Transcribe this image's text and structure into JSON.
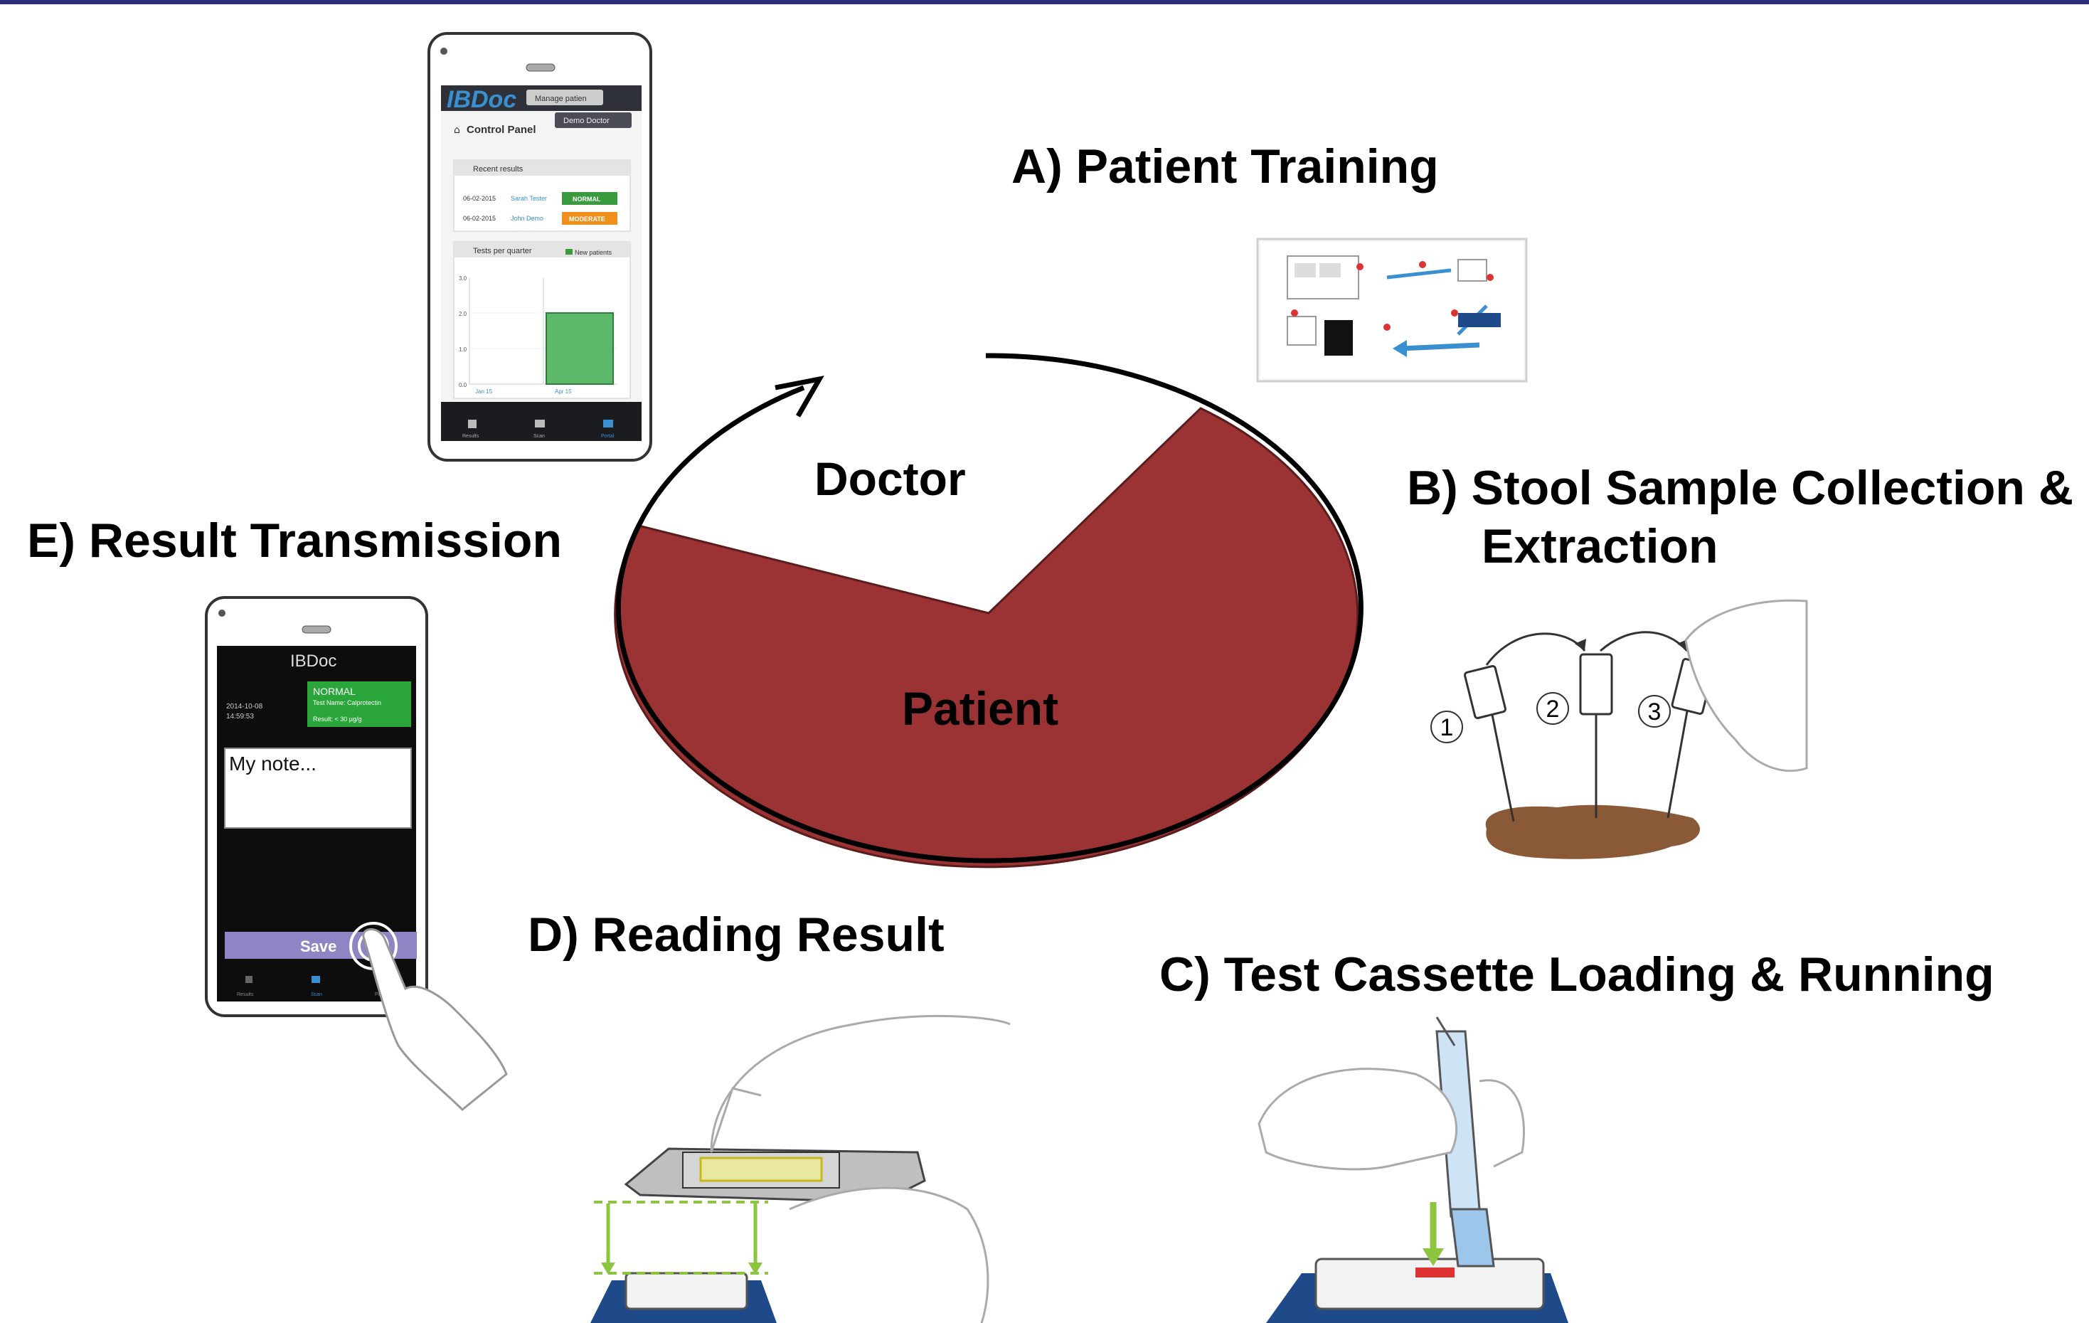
{
  "steps": {
    "a": "A) Patient Training",
    "b_line1": "B)  Stool Sample Collection &",
    "b_line2": "Extraction",
    "c": "C) Test Cassette Loading & Running",
    "d": "D) Reading  Result",
    "e": "E) Result Transmission"
  },
  "cycle": {
    "doctor": "Doctor",
    "patient": "Patient"
  },
  "colors": {
    "header_bar": "#2b2f7a",
    "patient_slice": "#9b3335",
    "normal_badge": "#3a9a3e",
    "moderate_badge": "#f0901c",
    "chart_bar": "#5cb86a",
    "save_bar": "#8e86c4",
    "guide_line": "#8cc63f",
    "cassette_blue": "#1e4a8a"
  },
  "phone_top": {
    "logo": "IBDoc",
    "manage_button": "Manage patien",
    "doctor_dropdown": "Demo Doctor",
    "panel_title": "Control Panel",
    "recent_results_title": "Recent results",
    "results": [
      {
        "date": "06-02-2015",
        "name": "Sarah Tester",
        "status": "NORMAL"
      },
      {
        "date": "06-02-2015",
        "name": "John Demo",
        "status": "MODERATE"
      }
    ],
    "tests_title": "Tests per quarter",
    "tests_legend": "New patients",
    "y_ticks": [
      "3.0",
      "2.0",
      "1.0",
      "0.0"
    ],
    "x_ticks": [
      "Jan 15",
      "Apr 15"
    ],
    "tabs": [
      "Results",
      "Scan",
      "Portal"
    ]
  },
  "phone_bottom": {
    "logo": "IBDoc",
    "date": "2014-10-08",
    "time": "14:59:53",
    "status": "NORMAL",
    "test_name": "Test Name: Calprotectin",
    "result": "Result: < 30 µg/g",
    "note": "My note...",
    "save": "Save",
    "tabs": [
      "Results",
      "Scan",
      "Portal"
    ]
  },
  "sample_steps": [
    "1",
    "2",
    "3"
  ],
  "icons": [
    "home-icon",
    "user-icon",
    "list-icon",
    "chart-icon",
    "camera-icon",
    "monitor-icon",
    "hand-icon",
    "arrow-icon"
  ]
}
